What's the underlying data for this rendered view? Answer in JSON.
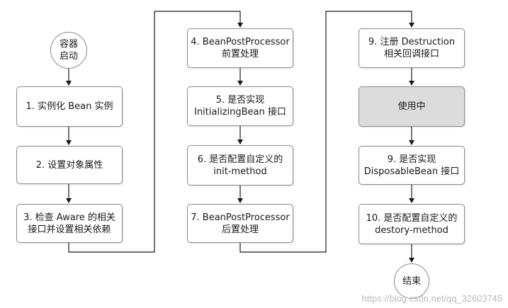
{
  "start": [
    "容器",
    "启动"
  ],
  "end": "结束",
  "columns": [
    [
      [
        "1. 实例化 Bean 实例"
      ],
      [
        "2. 设置对象属性"
      ],
      [
        "3. 检查 Aware 的相关",
        "接口并设置相关依赖"
      ]
    ],
    [
      [
        "4. BeanPostProcessor",
        "前置处理"
      ],
      [
        "5. 是否实现",
        "InitializingBean 接口"
      ],
      [
        "6. 是否配置自定义的",
        "init-method"
      ],
      [
        "7. BeanPostProcessor",
        "后置处理"
      ]
    ],
    [
      [
        "9. 注册 Destruction",
        "相关回调接口"
      ],
      [
        "使用中"
      ],
      [
        "9. 是否实现",
        "DisposableBean 接口"
      ],
      [
        "10. 是否配置自定义的",
        "destory-method"
      ]
    ]
  ],
  "colors": {
    "active_node": "#dcdcdc",
    "border": "#8a8a8a",
    "line": "#1a1a1a"
  },
  "watermark": "https://blog.csdn.net/qq_32603745"
}
